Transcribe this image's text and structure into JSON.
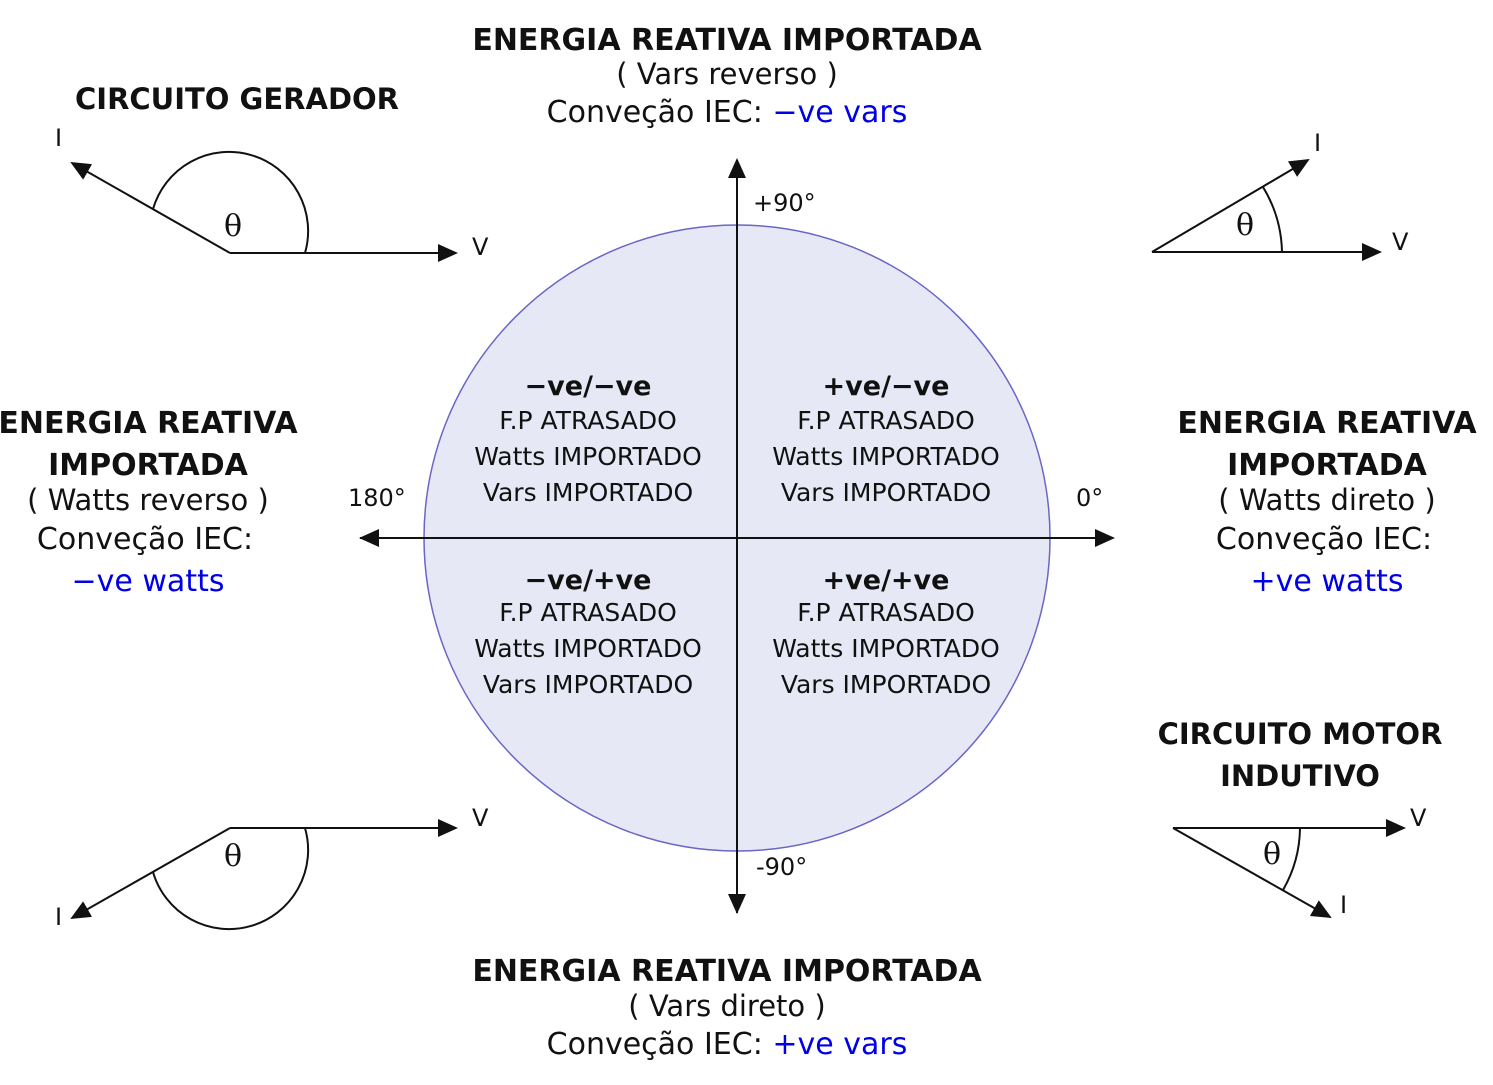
{
  "colors": {
    "circle_fill": "#e6e9f5",
    "circle_stroke": "#6a66c6",
    "line": "#111111",
    "iec_value": "#0000e6"
  },
  "top": {
    "title": "ENERGIA REATIVA IMPORTADA",
    "sub": "( Vars reverso )",
    "iec_label": "Conveção IEC:",
    "iec_value": "−ve vars"
  },
  "bottom": {
    "title": "ENERGIA REATIVA IMPORTADA",
    "sub": "( Vars direto )",
    "iec_label": "Conveção IEC:",
    "iec_value": "+ve vars"
  },
  "left": {
    "title_line1": "ENERGIA REATIVA",
    "title_line2": "IMPORTADA",
    "sub": "( Watts reverso )",
    "iec_label": "Conveção IEC:",
    "iec_value": "−ve watts"
  },
  "right": {
    "title_line1": "ENERGIA REATIVA",
    "title_line2": "IMPORTADA",
    "sub": "( Watts direto )",
    "iec_label": "Conveção IEC:",
    "iec_value": "+ve watts"
  },
  "axis_labels": {
    "up": "+90°",
    "down": "-90°",
    "left": "180°",
    "right": "0°"
  },
  "quadrants": {
    "top_left": {
      "sign": "−ve/−ve",
      "line1": "F.P ATRASADO",
      "line2": "Watts IMPORTADO",
      "line3": "Vars IMPORTADO"
    },
    "top_right": {
      "sign": "+ve/−ve",
      "line1": "F.P ATRASADO",
      "line2": "Watts IMPORTADO",
      "line3": "Vars IMPORTADO"
    },
    "bottom_left": {
      "sign": "−ve/+ve",
      "line1": "F.P ATRASADO",
      "line2": "Watts IMPORTADO",
      "line3": "Vars IMPORTADO"
    },
    "bottom_right": {
      "sign": "+ve/+ve",
      "line1": "F.P ATRASADO",
      "line2": "Watts IMPORTADO",
      "line3": "Vars IMPORTADO"
    }
  },
  "circuits": {
    "generator": "CIRCUITO GERADOR",
    "motor_line1": "CIRCUITO MOTOR",
    "motor_line2": "INDUTIVO"
  },
  "phasor": {
    "voltage": "V",
    "current": "I",
    "angle": "θ"
  }
}
